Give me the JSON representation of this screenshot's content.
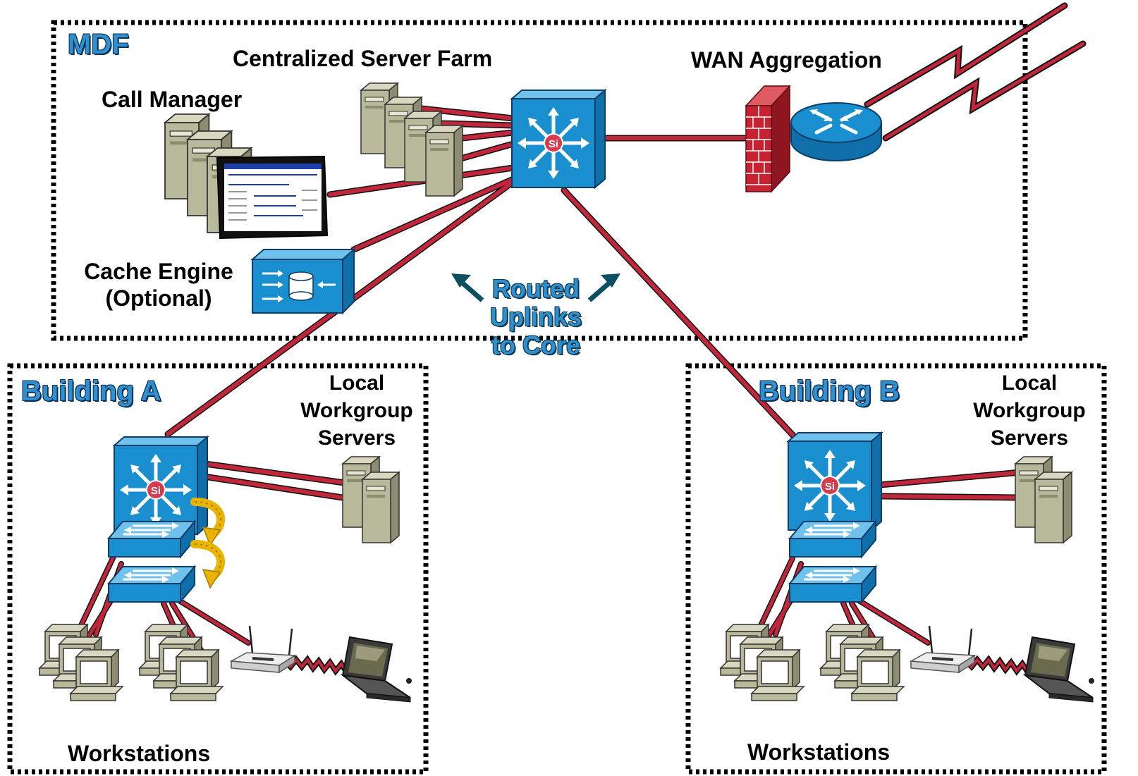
{
  "areas": {
    "mdf": {
      "title": "MDF"
    },
    "building_a": {
      "title": "Building A"
    },
    "building_b": {
      "title": "Building B"
    }
  },
  "labels": {
    "server_farm": "Centralized Server Farm",
    "wan_aggregation": "WAN Aggregation",
    "call_manager": "Call Manager",
    "cache_engine_line1": "Cache Engine",
    "cache_engine_line2": "(Optional)",
    "uplinks_line1": "Routed",
    "uplinks_line2": "Uplinks",
    "uplinks_line3": "to Core",
    "local_a_line1": "Local",
    "local_a_line2": "Workgroup",
    "local_a_line3": "Servers",
    "local_b_line1": "Local",
    "local_b_line2": "Workgroup",
    "local_b_line3": "Servers",
    "workstations_a": "Workstations",
    "workstations_b": "Workstations"
  },
  "colors": {
    "link": "#c0273a",
    "switch_blue": "#1a8fd0",
    "boundary": "#000000",
    "title_text": "#2f8fcf",
    "firewall": "#c8212f",
    "server_beige": "#b8b89a",
    "stack_arrow": "#e8b400"
  },
  "icons": [
    "layer3-switch-icon",
    "layer2-switch-icon",
    "server-icon",
    "firewall-icon",
    "router-icon",
    "cache-engine-icon",
    "workstation-icon",
    "wireless-ap-icon",
    "laptop-icon",
    "serial-link-icon"
  ]
}
